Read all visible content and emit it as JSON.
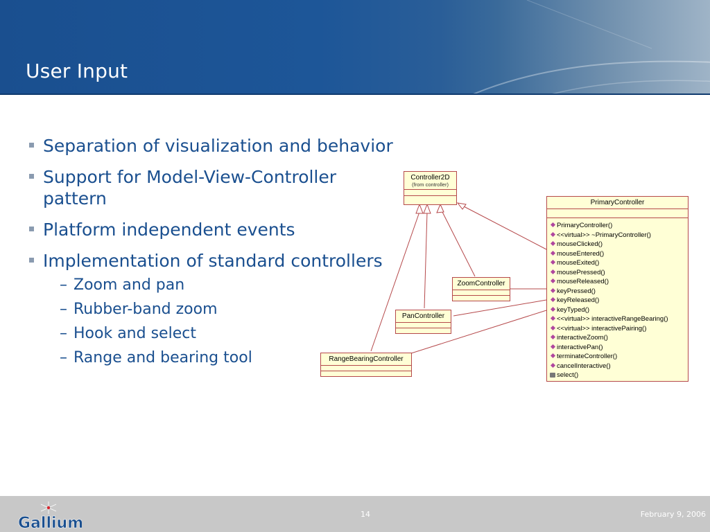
{
  "slide": {
    "title": "User Input",
    "bullets": [
      {
        "text": "Separation of visualization and behavior"
      },
      {
        "text": "Support for Model-View-Controller pattern"
      },
      {
        "text": "Platform independent events"
      },
      {
        "text": "Implementation of standard controllers",
        "subitems": [
          "Zoom and pan",
          "Rubber-band zoom",
          "Hook and select",
          "Range and bearing tool"
        ]
      }
    ]
  },
  "diagram": {
    "controller2d": {
      "name": "Controller2D",
      "note": "(from controller)"
    },
    "primary": {
      "name": "PrimaryController",
      "operations": [
        "PrimaryController()",
        "<<virtual>> ~PrimaryController()",
        "mouseClicked()",
        "mouseEntered()",
        "mouseExited()",
        "mousePressed()",
        "mouseReleased()",
        "keyPressed()",
        "keyReleased()",
        "keyTyped()",
        "<<virtual>> interactiveRangeBearing()",
        "<<virtual>> interactivePairing()",
        "interactiveZoom()",
        "interactivePan()",
        "terminateController()",
        "cancelInteractive()",
        "select()"
      ]
    },
    "zoom": {
      "name": "ZoomController"
    },
    "pan": {
      "name": "PanController"
    },
    "range": {
      "name": "RangeBearingController"
    },
    "colors": {
      "box_fill": "#ffffd6",
      "box_border": "#b5484a",
      "line": "#b5484a"
    }
  },
  "footer": {
    "page_number": "14",
    "date": "February 9, 2006",
    "logo_text": "Gallium"
  }
}
